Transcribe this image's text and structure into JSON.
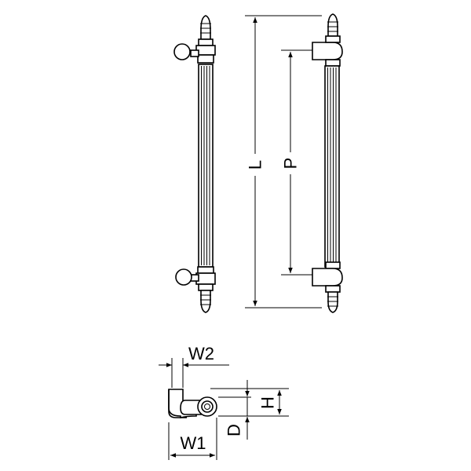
{
  "drawing": {
    "labels": {
      "L": "L",
      "P": "P",
      "W2": "W2",
      "H": "H",
      "D": "D",
      "W1": "W1"
    }
  }
}
